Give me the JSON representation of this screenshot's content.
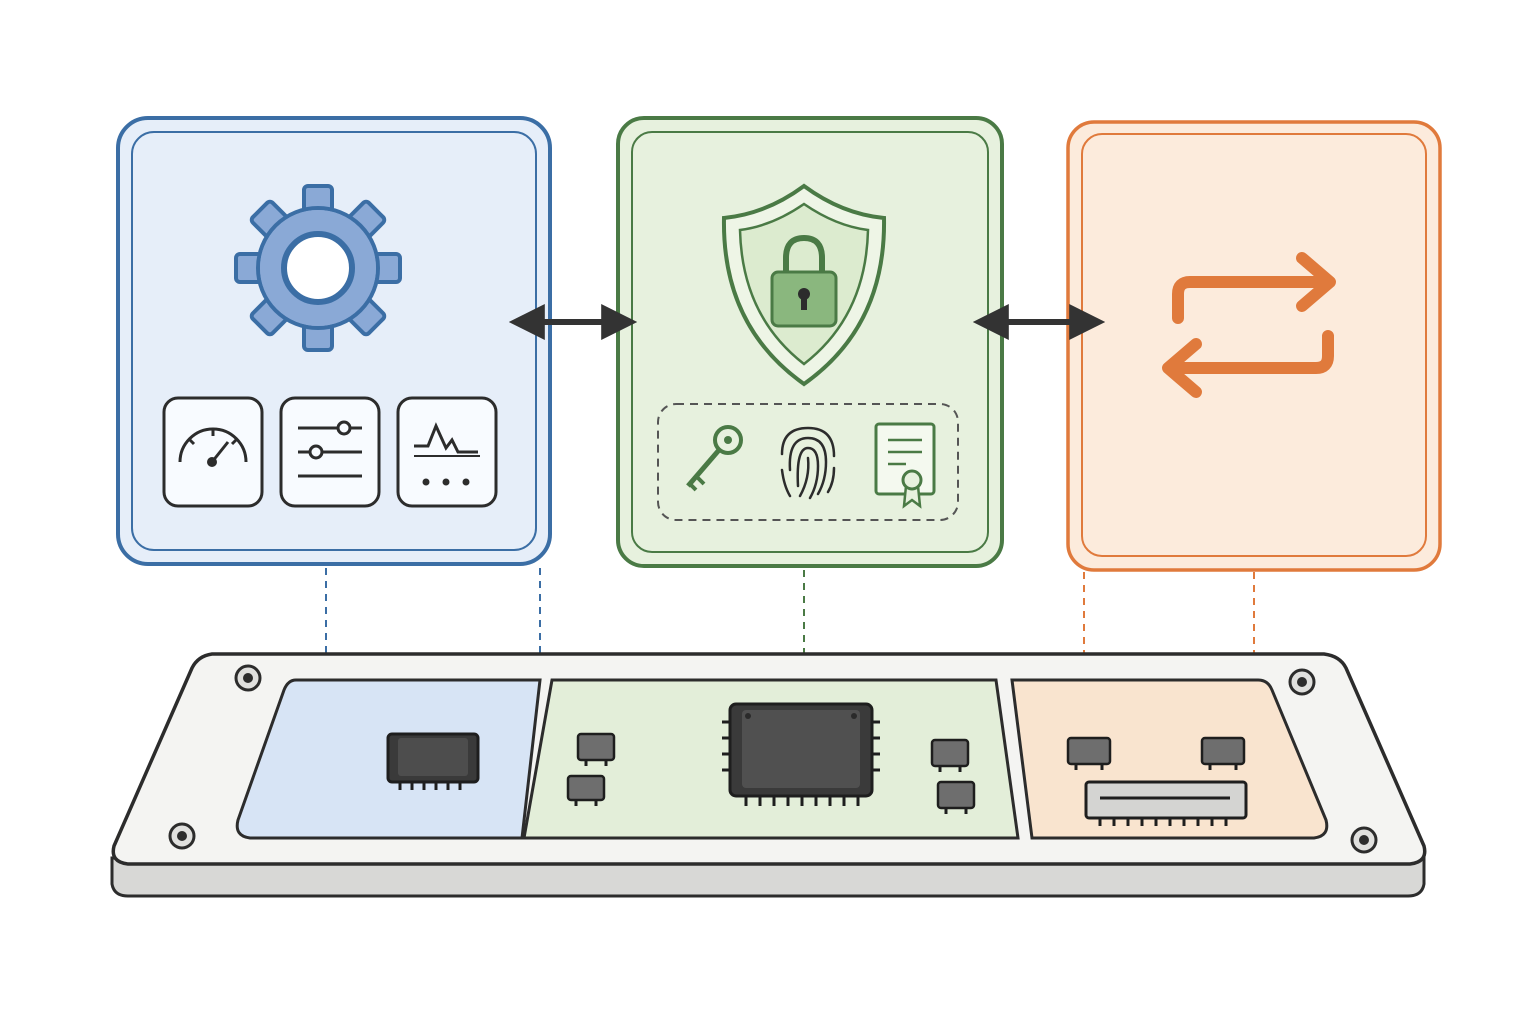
{
  "colors": {
    "blue_accent": "#3b6ea5",
    "blue_fill": "#e6eef9",
    "green_accent": "#4a7a45",
    "green_fill": "#e7f1de",
    "orange_accent": "#e07a3c",
    "orange_fill": "#fcebdc",
    "ink": "#2c2c2c",
    "board": "#f4f4f2"
  },
  "panels": [
    {
      "id": "control",
      "accent": "blue",
      "main_icon": "gear-icon",
      "sub_icons": [
        "gauge-icon",
        "sliders-icon",
        "waveform-icon"
      ]
    },
    {
      "id": "security",
      "accent": "green",
      "main_icon": "shield-lock-icon",
      "sub_icons": [
        "key-icon",
        "fingerprint-icon",
        "certificate-icon"
      ]
    },
    {
      "id": "exchange",
      "accent": "orange",
      "main_icon": "swap-arrows-icon",
      "sub_icons": []
    }
  ],
  "connectors": [
    "bidirectional-arrow",
    "bidirectional-arrow"
  ],
  "board": {
    "zones": [
      {
        "accent": "blue",
        "components": [
          "chip-icon"
        ]
      },
      {
        "accent": "green",
        "components": [
          "chip-icon",
          "smd-icon",
          "smd-icon",
          "smd-icon",
          "smd-icon"
        ]
      },
      {
        "accent": "orange",
        "components": [
          "smd-icon",
          "smd-icon",
          "connector-chip-icon"
        ]
      }
    ],
    "mount_holes": 4
  }
}
